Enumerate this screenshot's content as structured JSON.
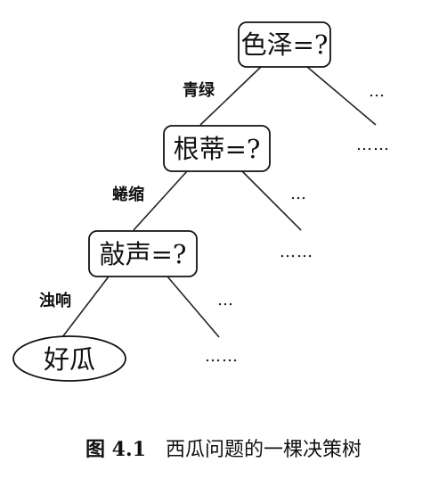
{
  "nodes": {
    "root": "色泽=?",
    "second": "根蒂=?",
    "third": "敲声=?",
    "leaf": "好瓜"
  },
  "edge_labels": {
    "root_to_second": "青绿",
    "second_to_third": "蜷缩",
    "third_to_leaf": "浊响"
  },
  "ellipses": {
    "short": "…",
    "long": "……"
  },
  "caption": {
    "number": "图 4.1",
    "title": "西瓜问题的一棵决策树"
  }
}
